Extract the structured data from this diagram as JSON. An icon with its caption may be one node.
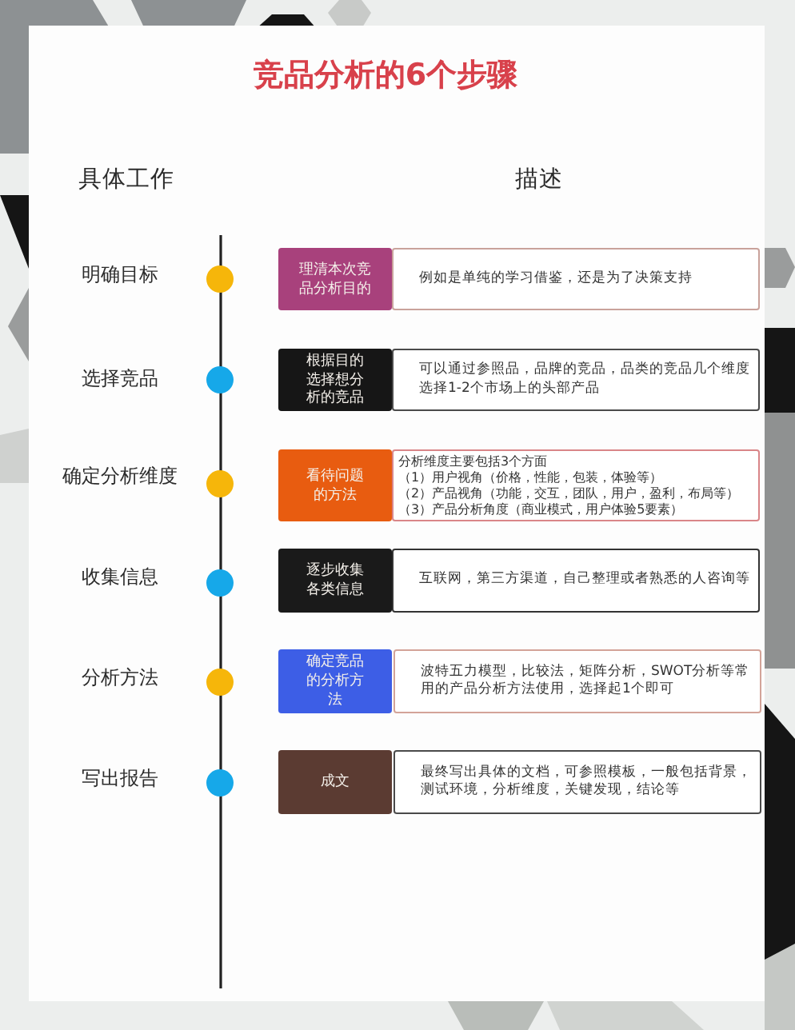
{
  "diagram": {
    "title": "竞品分析的6个步骤",
    "nodes": [
      {
        "text": [
          "理清本次竞品分析目的"
        ]
      },
      {
        "text": [
          "例如是单纯的学习借鉴，还是为了决策支持"
        ]
      },
      {
        "text": [
          "根据目的选择想分析的竞品"
        ]
      },
      {
        "text": [
          "可以通过参照品，品牌的竞品，品类的竞品几个维度选择1-2个市场上的头部产品"
        ]
      },
      {
        "text": [
          "看待问题的方法"
        ]
      },
      {
        "text": [
          "分析维度主要包括3个方面",
          "（1）用户视角（价格，性能，包装，体验等）",
          "（2）产品视角（功能，交互，团队，用户，盈利，布局等）",
          "（3）产品分析角度（商业模式，用户体验5要素）"
        ]
      },
      {
        "text": [
          "逐步收集各类信息"
        ]
      },
      {
        "text": [
          "互联网，第三方渠道，自己整理或者熟悉的人咨询等"
        ]
      },
      {
        "text": [
          "确定竞品的分析方法"
        ]
      },
      {
        "text": [
          "波特五力模型，比较法，矩阵分析，SWOT分析等常用的产品分析方法使用，选择起1个即可"
        ]
      },
      {
        "text": [
          "成文"
        ]
      },
      {
        "text": [
          "最终写出具体的文档，可参照模板，一般包括背景，测试环境，分析维度，关键发现，结论等"
        ]
      }
    ],
    "labels": [
      "具体工作",
      "描述",
      "明确目标",
      "选择竞品",
      "确定分析维度",
      "收集信息",
      "分析方法",
      "写出报告"
    ]
  }
}
